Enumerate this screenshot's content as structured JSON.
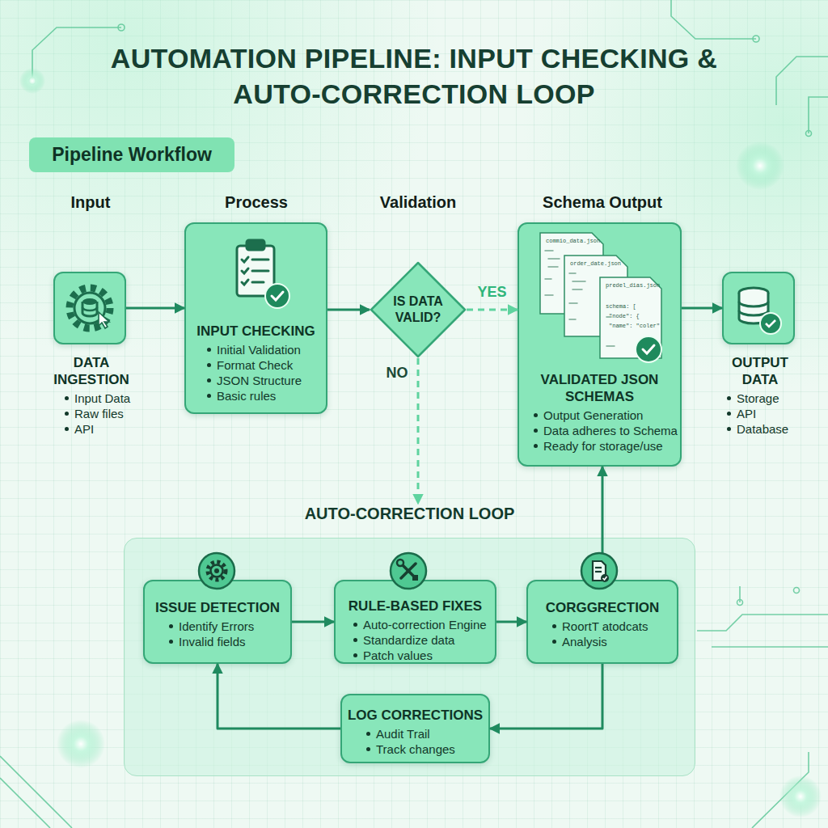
{
  "diagram": {
    "title": "AUTOMATION PIPELINE: INPUT CHECKING & AUTO-CORRECTION LOOP",
    "nodes": [
      {
        "text": [
          "Pipeline Workflow"
        ]
      },
      {
        "text": [
          "DATA INGESTION",
          "Input Data",
          "Raw files",
          "API"
        ]
      },
      {
        "text": [
          "INPUT CHECKING",
          "Initial Validation",
          "Format Check",
          "JSON Structure",
          "Basic rules"
        ]
      },
      {
        "text": [
          "IS DATA VALID?"
        ]
      },
      {
        "text": [
          "VALIDATED JSON SCHEMAS",
          "Output Generation",
          "Data adheres to Schema",
          "Ready for storage/use"
        ]
      },
      {
        "text": [
          "OUTPUT DATA",
          "Storage",
          "API",
          "Database"
        ]
      },
      {
        "text": [
          "AUTO-CORRECTION LOOP"
        ]
      },
      {
        "text": [
          "ISSUE DETECTION",
          "Identify Errors",
          "Invalid fields"
        ],
        "in": 6
      },
      {
        "text": [
          "RULE-BASED FIXES",
          "Auto-correction Engine",
          "Standardize data",
          "Patch values"
        ],
        "in": 6
      },
      {
        "text": [
          "CORGGRECTION",
          "RoortT atodcats",
          "Analysis"
        ],
        "in": 6
      },
      {
        "text": [
          "LOG CORRECTIONS",
          "Audit Trail",
          "Track changes"
        ],
        "in": 6
      }
    ],
    "edges": [
      {
        "from": 1,
        "to": 2,
        "arrow": "to"
      },
      {
        "from": 2,
        "to": 3,
        "arrow": "to"
      },
      {
        "from": 3,
        "to": 4,
        "label": "YES",
        "arrow": "to"
      },
      {
        "from": 3,
        "to": 6,
        "label": "NO",
        "arrow": "to"
      },
      {
        "from": 4,
        "to": 5,
        "arrow": "to"
      },
      {
        "from": 9,
        "to": 4,
        "arrow": "to"
      },
      {
        "from": 7,
        "to": 8,
        "arrow": "to"
      },
      {
        "from": 8,
        "to": 9,
        "arrow": "to"
      },
      {
        "from": 9,
        "to": 10,
        "arrow": "to"
      },
      {
        "from": 10,
        "to": 7,
        "arrow": "to"
      }
    ],
    "labels": [
      "Input",
      "Process",
      "Validation",
      "Schema Output",
      "commio_data.json",
      "order_date.json",
      "predel_dias.json",
      "schema: [",
      "\"node\": {",
      "\"name\": \"coler\""
    ]
  }
}
